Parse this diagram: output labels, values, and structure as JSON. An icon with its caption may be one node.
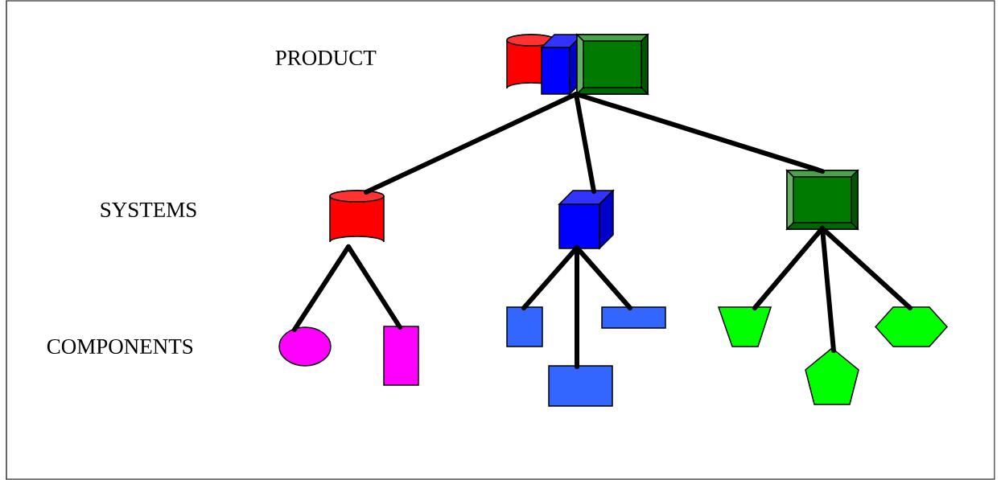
{
  "diagram": {
    "nodes": [
      {
        "text": [],
        "shape": "picture"
      },
      {
        "text": [],
        "shape": "cylinder"
      },
      {
        "text": [],
        "shape": "cube"
      },
      {
        "text": [],
        "shape": "box"
      },
      {
        "text": [],
        "shape": "ellipse"
      },
      {
        "text": [],
        "shape": "box"
      },
      {
        "text": [],
        "shape": "box"
      },
      {
        "text": [],
        "shape": "box"
      },
      {
        "text": [],
        "shape": "box"
      },
      {
        "text": [],
        "shape": "trapezoid"
      },
      {
        "text": [],
        "shape": "pentagon"
      },
      {
        "text": [],
        "shape": "hexagon"
      }
    ],
    "edges": [
      {
        "from": 0,
        "to": 1,
        "arrow": "none"
      },
      {
        "from": 0,
        "to": 2,
        "arrow": "none"
      },
      {
        "from": 0,
        "to": 3,
        "arrow": "none"
      },
      {
        "from": 1,
        "to": 4,
        "arrow": "none"
      },
      {
        "from": 1,
        "to": 5,
        "arrow": "none"
      },
      {
        "from": 2,
        "to": 6,
        "arrow": "none"
      },
      {
        "from": 2,
        "to": 7,
        "arrow": "none"
      },
      {
        "from": 2,
        "to": 8,
        "arrow": "none"
      },
      {
        "from": 3,
        "to": 9,
        "arrow": "none"
      },
      {
        "from": 3,
        "to": 10,
        "arrow": "none"
      },
      {
        "from": 3,
        "to": 11,
        "arrow": "none"
      }
    ],
    "labels": [
      "PRODUCT",
      "SYSTEMS",
      "COMPONENTS"
    ]
  }
}
